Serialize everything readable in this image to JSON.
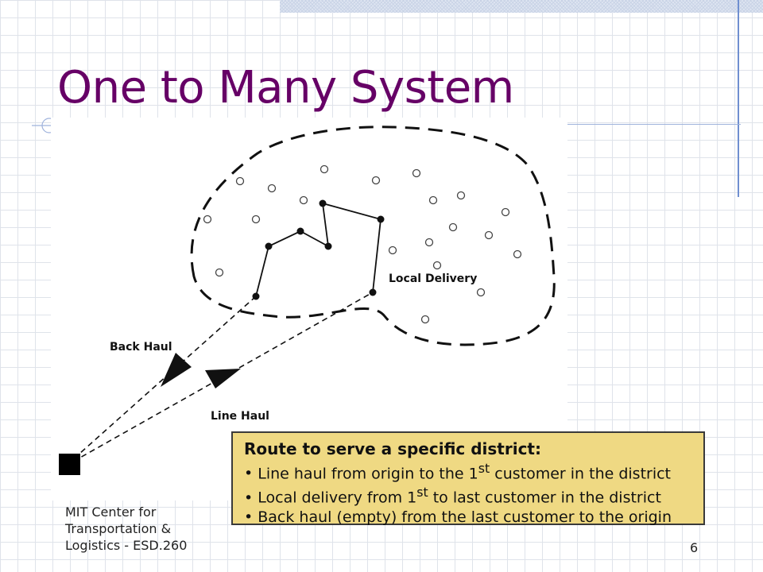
{
  "slide": {
    "title": "One to Many System",
    "page_number": "6",
    "footer": [
      "MIT Center for",
      "Transportation &",
      "Logistics - ESD.260"
    ]
  },
  "diagram": {
    "labels": {
      "local_delivery": "Local Delivery",
      "back_haul": "Back Haul",
      "line_haul": "Line Haul"
    }
  },
  "callout": {
    "heading": "Route to serve a specific district:",
    "items": [
      {
        "before": "Line haul from origin to the 1",
        "sup": "st",
        "after": " customer in the district"
      },
      {
        "before": "Local delivery from 1",
        "sup": "st",
        "after": " to last customer in the district"
      },
      {
        "before": "Back haul (empty) from the last customer to the origin",
        "sup": "",
        "after": ""
      }
    ]
  },
  "colors": {
    "title": "#660066",
    "callout_background": "#efd983",
    "accent_rule": "#6f8fd0"
  }
}
